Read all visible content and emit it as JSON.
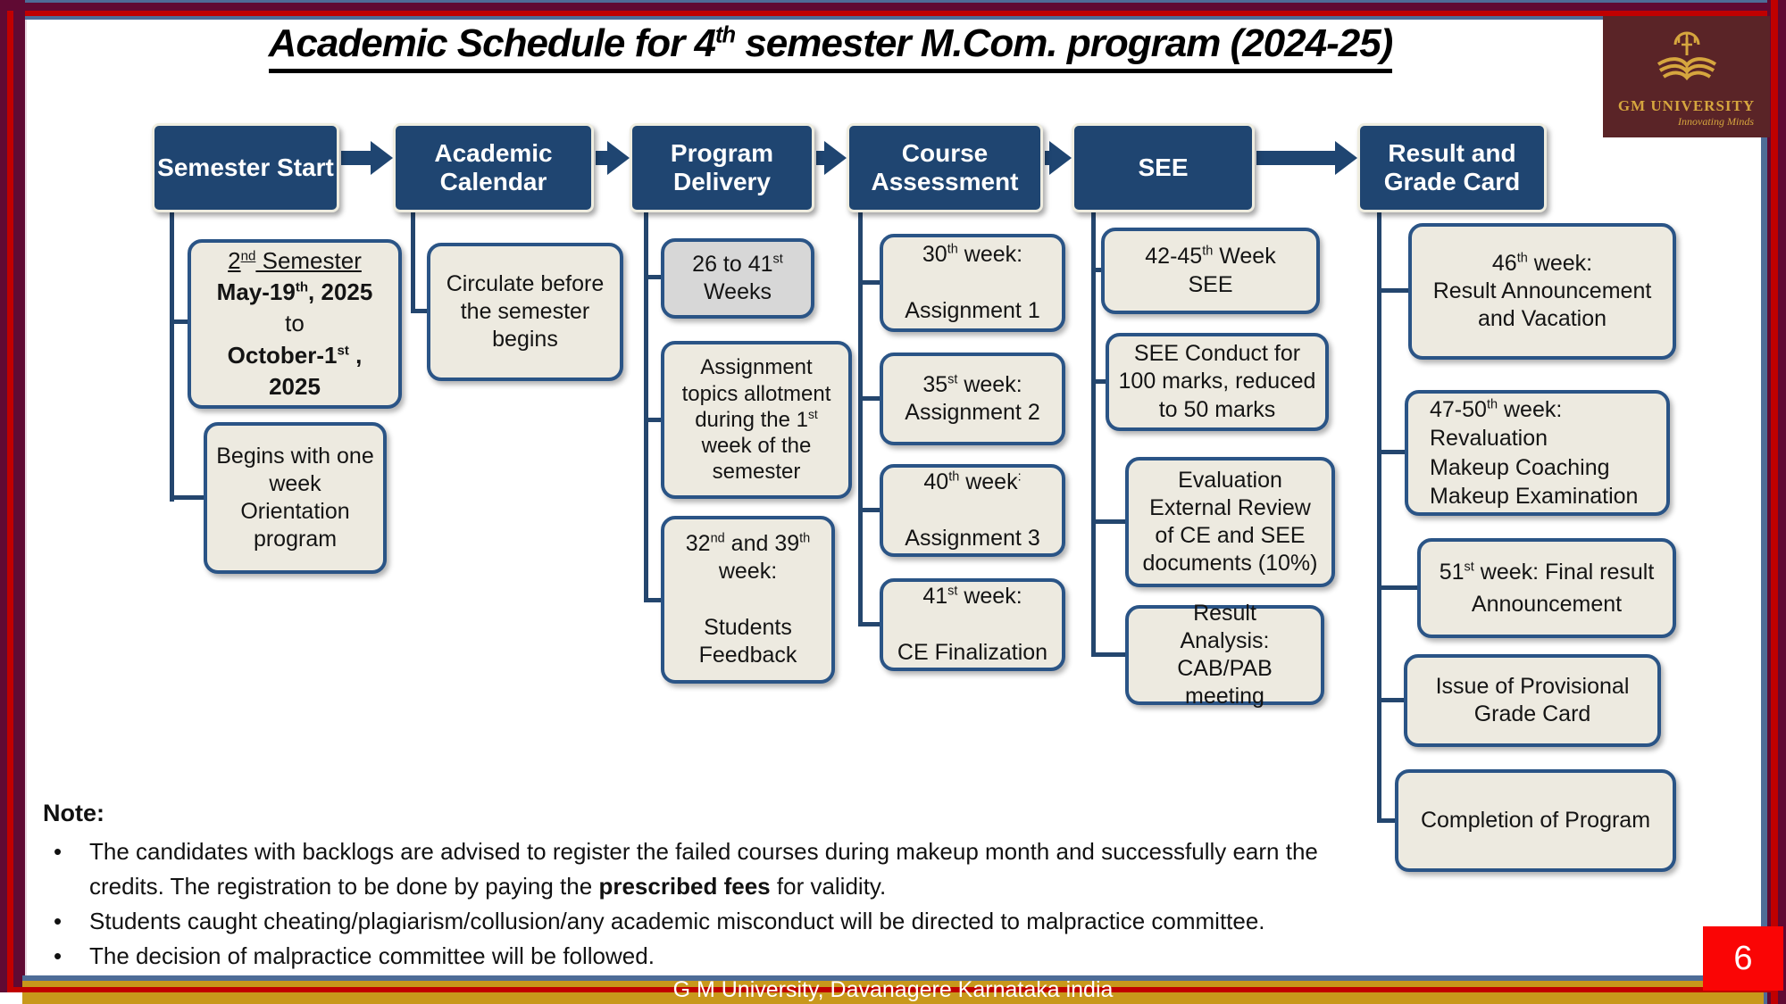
{
  "title": {
    "lines": [
      [
        {
          "t": "Academic Schedule for 4"
        },
        {
          "t": "th",
          "s": 1
        },
        {
          "t": " semester M.Com. program (2024-25)"
        }
      ]
    ]
  },
  "logo": {
    "name": "GM UNIVERSITY",
    "tagline": "Innovating Minds"
  },
  "flow": {
    "headers": [
      "Semester Start",
      "Academic Calendar",
      "Program Delivery",
      "Course Assessment",
      "SEE",
      "Result and Grade Card"
    ],
    "columns": [
      {
        "id": "semester-start",
        "boxes": [
          {
            "lines": [
              [
                {
                  "t": "2",
                  "u": 1
                },
                {
                  "t": "nd",
                  "u": 1,
                  "s": 1
                },
                {
                  "t": " Semester",
                  "u": 1
                }
              ],
              [
                {
                  "t": "May-19",
                  "b": 1
                },
                {
                  "t": "th",
                  "b": 1,
                  "s": 1
                },
                {
                  "t": ", 2025",
                  "b": 1
                }
              ],
              [
                {
                  "t": "to"
                }
              ],
              [
                {
                  "t": "October-1",
                  "b": 1
                },
                {
                  "t": "st",
                  "b": 1,
                  "s": 1
                },
                {
                  "t": " , 2025",
                  "b": 1
                }
              ]
            ]
          },
          {
            "lines": [
              [
                {
                  "t": "Begins with one week Orientation program"
                }
              ]
            ]
          }
        ]
      },
      {
        "id": "academic-calendar",
        "boxes": [
          {
            "lines": [
              [
                {
                  "t": "Circulate before the semester begins"
                }
              ]
            ]
          }
        ]
      },
      {
        "id": "program-delivery",
        "boxes": [
          {
            "lines": [
              [
                {
                  "t": "26 to 41"
                },
                {
                  "t": "st",
                  "s": 1
                },
                {
                  "t": " Weeks"
                }
              ]
            ]
          },
          {
            "lines": [
              [
                {
                  "t": "Assignment topics allotment during the 1"
                },
                {
                  "t": "st",
                  "s": 1
                },
                {
                  "t": " week of the semester"
                }
              ]
            ]
          },
          {
            "lines": [
              [
                {
                  "t": "32"
                },
                {
                  "t": "nd",
                  "s": 1
                },
                {
                  "t": " and 39"
                },
                {
                  "t": "th",
                  "s": 1
                },
                {
                  "t": " week:"
                }
              ],
              [],
              [
                {
                  "t": "Students Feedback"
                }
              ]
            ]
          }
        ]
      },
      {
        "id": "course-assessment",
        "boxes": [
          {
            "lines": [
              [
                {
                  "t": "30"
                },
                {
                  "t": "th",
                  "s": 1
                },
                {
                  "t": " week:"
                }
              ],
              [],
              [
                {
                  "t": "Assignment 1"
                }
              ]
            ]
          },
          {
            "lines": [
              [
                {
                  "t": "35"
                },
                {
                  "t": "st",
                  "s": 1
                },
                {
                  "t": " week:"
                }
              ],
              [
                {
                  "t": "Assignment 2"
                }
              ]
            ]
          },
          {
            "lines": [
              [
                {
                  "t": "40"
                },
                {
                  "t": "th",
                  "s": 1
                },
                {
                  "t": " week"
                },
                {
                  "t": ":",
                  "s": 1
                }
              ],
              [],
              [
                {
                  "t": "Assignment 3"
                }
              ]
            ]
          },
          {
            "lines": [
              [
                {
                  "t": "41"
                },
                {
                  "t": "st",
                  "s": 1
                },
                {
                  "t": " week:"
                }
              ],
              [],
              [
                {
                  "t": "CE Finalization"
                }
              ]
            ]
          }
        ]
      },
      {
        "id": "see",
        "boxes": [
          {
            "lines": [
              [
                {
                  "t": "42-45"
                },
                {
                  "t": "th",
                  "s": 1
                },
                {
                  "t": " Week"
                }
              ],
              [
                {
                  "t": "SEE"
                }
              ]
            ]
          },
          {
            "lines": [
              [
                {
                  "t": "SEE Conduct for 100 marks, reduced to 50 marks"
                }
              ]
            ]
          },
          {
            "lines": [
              [
                {
                  "t": "Evaluation External Review of CE and SEE documents (10%)"
                }
              ]
            ]
          },
          {
            "lines": [
              [
                {
                  "t": "Result Analysis: CAB/PAB meeting"
                }
              ]
            ]
          }
        ]
      },
      {
        "id": "result-grade-card",
        "boxes": [
          {
            "lines": [
              [
                {
                  "t": "46"
                },
                {
                  "t": "th",
                  "s": 1
                },
                {
                  "t": " week:"
                }
              ],
              [
                {
                  "t": "Result  Announcement and Vacation"
                }
              ]
            ]
          },
          {
            "lines": [
              [
                {
                  "t": "47-50"
                },
                {
                  "t": "th",
                  "s": 1
                },
                {
                  "t": " week:"
                }
              ],
              [
                {
                  "t": "Revaluation"
                }
              ],
              [
                {
                  "t": "Makeup Coaching"
                }
              ],
              [
                {
                  "t": "Makeup Examination"
                }
              ]
            ]
          },
          {
            "lines": [
              [
                {
                  "t": "51"
                },
                {
                  "t": "st",
                  "s": 1
                },
                {
                  "t": " week: Final result Announcement"
                }
              ]
            ]
          },
          {
            "lines": [
              [
                {
                  "t": "Issue of Provisional Grade Card"
                }
              ]
            ]
          },
          {
            "lines": [
              [
                {
                  "t": "Completion of Program"
                }
              ]
            ]
          }
        ]
      }
    ]
  },
  "note": {
    "label": "Note:",
    "bullets": [
      {
        "lines": [
          [
            {
              "t": "The candidates with backlogs are advised to register the failed courses during makeup month and successfully earn the credits. The registration to be done by paying the "
            },
            {
              "t": "prescribed fees",
              "b": 1
            },
            {
              "t": " for validity."
            }
          ]
        ]
      },
      {
        "lines": [
          [
            {
              "t": "Students caught cheating/plagiarism/collusion/any academic misconduct will be directed to malpractice committee."
            }
          ]
        ]
      },
      {
        "lines": [
          [
            {
              "t": "The decision of malpractice committee will be followed."
            }
          ]
        ]
      }
    ]
  },
  "footer": {
    "text": "G M University, Davanagere Karnataka india"
  },
  "page": {
    "number": "6"
  },
  "colors": {
    "header_box": "#1F4571",
    "box_border": "#2A5486",
    "box_fill": "#EDEAE0",
    "box_fill_gray": "#D7D7D7",
    "connector": "#24466E",
    "frame_maroon": "#600A33",
    "frame_red": "#C00000",
    "frame_slate": "#4E6C97",
    "frame_gold": "#C8981B",
    "logo_bg": "#5A2427",
    "logo_gold": "#D6A63E",
    "page_box": "#FA0505"
  }
}
